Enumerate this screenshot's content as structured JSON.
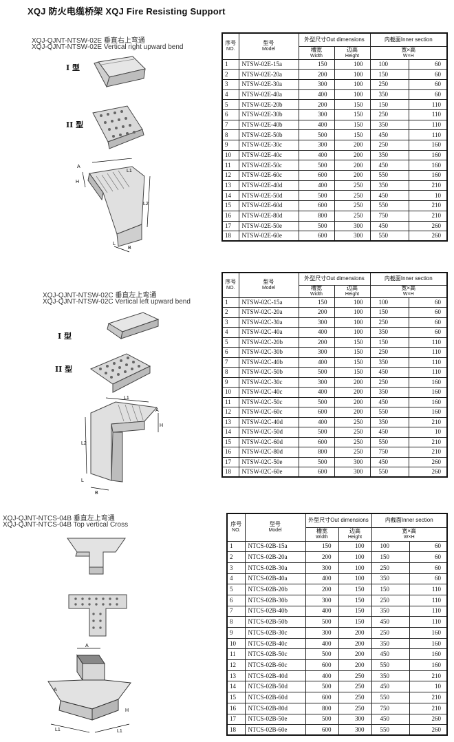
{
  "title": "XQJ  防火电缆桥架  XQJ Fire Resisting Support",
  "sections": [
    {
      "id": "s1",
      "name_cn": "XQJ-QJNT-NTSW-02E  垂直右上弯通",
      "name_en": "XQJ-QJNT-NTSW-02E Vertical right upward bend",
      "type1": "I 型",
      "type2": "II 型",
      "dims": {
        "a": "A",
        "l1": "L1",
        "l2": "L2",
        "h": "H",
        "l": "L",
        "b": "B"
      },
      "headers": {
        "no_cn": "序号",
        "no_en": "NO.",
        "model_cn": "型号",
        "model_en": "Model",
        "outer": "外型尺寸Out dimensions",
        "inner": "内截面Inner section",
        "w_cn": "槽宽",
        "w_en": "Width",
        "h_cn": "边高",
        "h_en": "Height",
        "wh_cn": "宽×高",
        "wh_en": "W×H"
      },
      "rows": [
        {
          "no": "1",
          "model": "NTSW-02E-15a",
          "w": "150",
          "h": "100",
          "iw": "100",
          "ih": "60"
        },
        {
          "no": "2",
          "model": "NTSW-02E-20a",
          "w": "200",
          "h": "100",
          "iw": "150",
          "ih": "60"
        },
        {
          "no": "3",
          "model": "NTSW-02E-30a",
          "w": "300",
          "h": "100",
          "iw": "250",
          "ih": "60"
        },
        {
          "no": "4",
          "model": "NTSW-02E-40a",
          "w": "400",
          "h": "100",
          "iw": "350",
          "ih": "60"
        },
        {
          "no": "5",
          "model": "NTSW-02E-20b",
          "w": "200",
          "h": "150",
          "iw": "150",
          "ih": "110"
        },
        {
          "no": "6",
          "model": "NTSW-02E-30b",
          "w": "300",
          "h": "150",
          "iw": "250",
          "ih": "110"
        },
        {
          "no": "7",
          "model": "NTSW-02E-40b",
          "w": "400",
          "h": "150",
          "iw": "350",
          "ih": "110"
        },
        {
          "no": "8",
          "model": "NTSW-02E-50b",
          "w": "500",
          "h": "150",
          "iw": "450",
          "ih": "110"
        },
        {
          "no": "9",
          "model": "NTSW-02E-30c",
          "w": "300",
          "h": "200",
          "iw": "250",
          "ih": "160"
        },
        {
          "no": "10",
          "model": "NTSW-02E-40c",
          "w": "400",
          "h": "200",
          "iw": "350",
          "ih": "160"
        },
        {
          "no": "11",
          "model": "NTSW-02E-50c",
          "w": "500",
          "h": "200",
          "iw": "450",
          "ih": "160"
        },
        {
          "no": "12",
          "model": "NTSW-02E-60c",
          "w": "600",
          "h": "200",
          "iw": "550",
          "ih": "160"
        },
        {
          "no": "13",
          "model": "NTSW-02E-40d",
          "w": "400",
          "h": "250",
          "iw": "350",
          "ih": "210"
        },
        {
          "no": "14",
          "model": "NTSW-02E-50d",
          "w": "500",
          "h": "250",
          "iw": "450",
          "ih": "10"
        },
        {
          "no": "15",
          "model": "NTSW-02E-60d",
          "w": "600",
          "h": "250",
          "iw": "550",
          "ih": "210"
        },
        {
          "no": "16",
          "model": "NTSW-02E-80d",
          "w": "800",
          "h": "250",
          "iw": "750",
          "ih": "210"
        },
        {
          "no": "17",
          "model": "NTSW-02E-50e",
          "w": "500",
          "h": "300",
          "iw": "450",
          "ih": "260"
        },
        {
          "no": "18",
          "model": "NTSW-02E-60e",
          "w": "600",
          "h": "300",
          "iw": "550",
          "ih": "260"
        }
      ]
    },
    {
      "id": "s2",
      "name_cn": "XQJ-QJNT-NTSW-02C  垂直左上弯通",
      "name_en": "XQJ-QJNT-NTSW-02C Vertical left upward bend",
      "type1": "I 型",
      "type2": "II 型",
      "dims": {
        "a": "A",
        "l1": "L1",
        "l2": "L2",
        "h": "H",
        "l": "L",
        "b": "B"
      },
      "headers": {
        "no_cn": "序号",
        "no_en": "NO.",
        "model_cn": "型号",
        "model_en": "Model",
        "outer": "外型尺寸Out dimensions",
        "inner": "内截面Inner section",
        "w_cn": "槽宽",
        "w_en": "Width",
        "h_cn": "边高",
        "h_en": "Height",
        "wh_cn": "宽×高",
        "wh_en": "W×H"
      },
      "rows": [
        {
          "no": "1",
          "model": "NTSW-02C-15a",
          "w": "150",
          "h": "100",
          "iw": "100",
          "ih": "60"
        },
        {
          "no": "2",
          "model": "NTSW-02C-20a",
          "w": "200",
          "h": "100",
          "iw": "150",
          "ih": "60"
        },
        {
          "no": "3",
          "model": "NTSW-02C-30a",
          "w": "300",
          "h": "100",
          "iw": "250",
          "ih": "60"
        },
        {
          "no": "4",
          "model": "NTSW-02C-40a",
          "w": "400",
          "h": "100",
          "iw": "350",
          "ih": "60"
        },
        {
          "no": "5",
          "model": "NTSW-02C-20b",
          "w": "200",
          "h": "150",
          "iw": "150",
          "ih": "110"
        },
        {
          "no": "6",
          "model": "NTSW-02C-30b",
          "w": "300",
          "h": "150",
          "iw": "250",
          "ih": "110"
        },
        {
          "no": "7",
          "model": "NTSW-02C-40b",
          "w": "400",
          "h": "150",
          "iw": "350",
          "ih": "110"
        },
        {
          "no": "8",
          "model": "NTSW-02C-50b",
          "w": "500",
          "h": "150",
          "iw": "450",
          "ih": "110"
        },
        {
          "no": "9",
          "model": "NTSW-02C-30c",
          "w": "300",
          "h": "200",
          "iw": "250",
          "ih": "160"
        },
        {
          "no": "10",
          "model": "NTSW-02C-40c",
          "w": "400",
          "h": "200",
          "iw": "350",
          "ih": "160"
        },
        {
          "no": "11",
          "model": "NTSW-02C-50c",
          "w": "500",
          "h": "200",
          "iw": "450",
          "ih": "160"
        },
        {
          "no": "12",
          "model": "NTSW-02C-60c",
          "w": "600",
          "h": "200",
          "iw": "550",
          "ih": "160"
        },
        {
          "no": "13",
          "model": "NTSW-02C-40d",
          "w": "400",
          "h": "250",
          "iw": "350",
          "ih": "210"
        },
        {
          "no": "14",
          "model": "NTSW-02C-50d",
          "w": "500",
          "h": "250",
          "iw": "450",
          "ih": "10"
        },
        {
          "no": "15",
          "model": "NTSW-02C-60d",
          "w": "600",
          "h": "250",
          "iw": "550",
          "ih": "210"
        },
        {
          "no": "16",
          "model": "NTSW-02C-80d",
          "w": "800",
          "h": "250",
          "iw": "750",
          "ih": "210"
        },
        {
          "no": "17",
          "model": "NTSW-02C-50e",
          "w": "500",
          "h": "300",
          "iw": "450",
          "ih": "260"
        },
        {
          "no": "18",
          "model": "NTSW-02C-60e",
          "w": "600",
          "h": "300",
          "iw": "550",
          "ih": "260"
        }
      ]
    },
    {
      "id": "s3",
      "name_cn": "XQJ-QJNT-NTCS-04B  垂直左上弯通",
      "name_en": "XQJ-QJNT-NTCS-04B Top vertical Cross",
      "dims": {
        "a": "A",
        "l1": "L1",
        "h": "H"
      },
      "headers": {
        "no_cn": "序号",
        "no_en": "NO.",
        "model_cn": "型号",
        "model_en": "Model",
        "outer": "外型尺寸Out dimensions",
        "inner": "内截面Inner section",
        "w_cn": "槽宽",
        "w_en": "Width",
        "h_cn": "边高",
        "h_en": "Height",
        "wh_cn": "宽×高",
        "wh_en": "W×H"
      },
      "rows": [
        {
          "no": "1",
          "model": "NTCS-02B-15a",
          "w": "150",
          "h": "100",
          "iw": "100",
          "ih": "60"
        },
        {
          "no": "2",
          "model": "NTCS-02B-20a",
          "w": "200",
          "h": "100",
          "iw": "150",
          "ih": "60"
        },
        {
          "no": "3",
          "model": "NTCS-02B-30a",
          "w": "300",
          "h": "100",
          "iw": "250",
          "ih": "60"
        },
        {
          "no": "4",
          "model": "NTCS-02B-40a",
          "w": "400",
          "h": "100",
          "iw": "350",
          "ih": "60"
        },
        {
          "no": "5",
          "model": "NTCS-02B-20b",
          "w": "200",
          "h": "150",
          "iw": "150",
          "ih": "110"
        },
        {
          "no": "6",
          "model": "NTCS-02B-30b",
          "w": "300",
          "h": "150",
          "iw": "250",
          "ih": "110"
        },
        {
          "no": "7",
          "model": "NTCS-02B-40b",
          "w": "400",
          "h": "150",
          "iw": "350",
          "ih": "110"
        },
        {
          "no": "8",
          "model": "NTCS-02B-50b",
          "w": "500",
          "h": "150",
          "iw": "450",
          "ih": "110"
        },
        {
          "no": "9",
          "model": "NTCS-02B-30c",
          "w": "300",
          "h": "200",
          "iw": "250",
          "ih": "160"
        },
        {
          "no": "10",
          "model": "NTCS-02B-40c",
          "w": "400",
          "h": "200",
          "iw": "350",
          "ih": "160"
        },
        {
          "no": "11",
          "model": "NTCS-02B-50c",
          "w": "500",
          "h": "200",
          "iw": "450",
          "ih": "160"
        },
        {
          "no": "12",
          "model": "NTCS-02B-60c",
          "w": "600",
          "h": "200",
          "iw": "550",
          "ih": "160"
        },
        {
          "no": "13",
          "model": "NTCS-02B-40d",
          "w": "400",
          "h": "250",
          "iw": "350",
          "ih": "210"
        },
        {
          "no": "14",
          "model": "NTCS-02B-50d",
          "w": "500",
          "h": "250",
          "iw": "450",
          "ih": "10"
        },
        {
          "no": "15",
          "model": "NTCS-02B-60d",
          "w": "600",
          "h": "250",
          "iw": "550",
          "ih": "210"
        },
        {
          "no": "16",
          "model": "NTCS-02B-80d",
          "w": "800",
          "h": "250",
          "iw": "750",
          "ih": "210"
        },
        {
          "no": "17",
          "model": "NTCS-02B-50e",
          "w": "500",
          "h": "300",
          "iw": "450",
          "ih": "260"
        },
        {
          "no": "18",
          "model": "NTCS-02B-60e",
          "w": "600",
          "h": "300",
          "iw": "550",
          "ih": "260"
        }
      ]
    }
  ]
}
